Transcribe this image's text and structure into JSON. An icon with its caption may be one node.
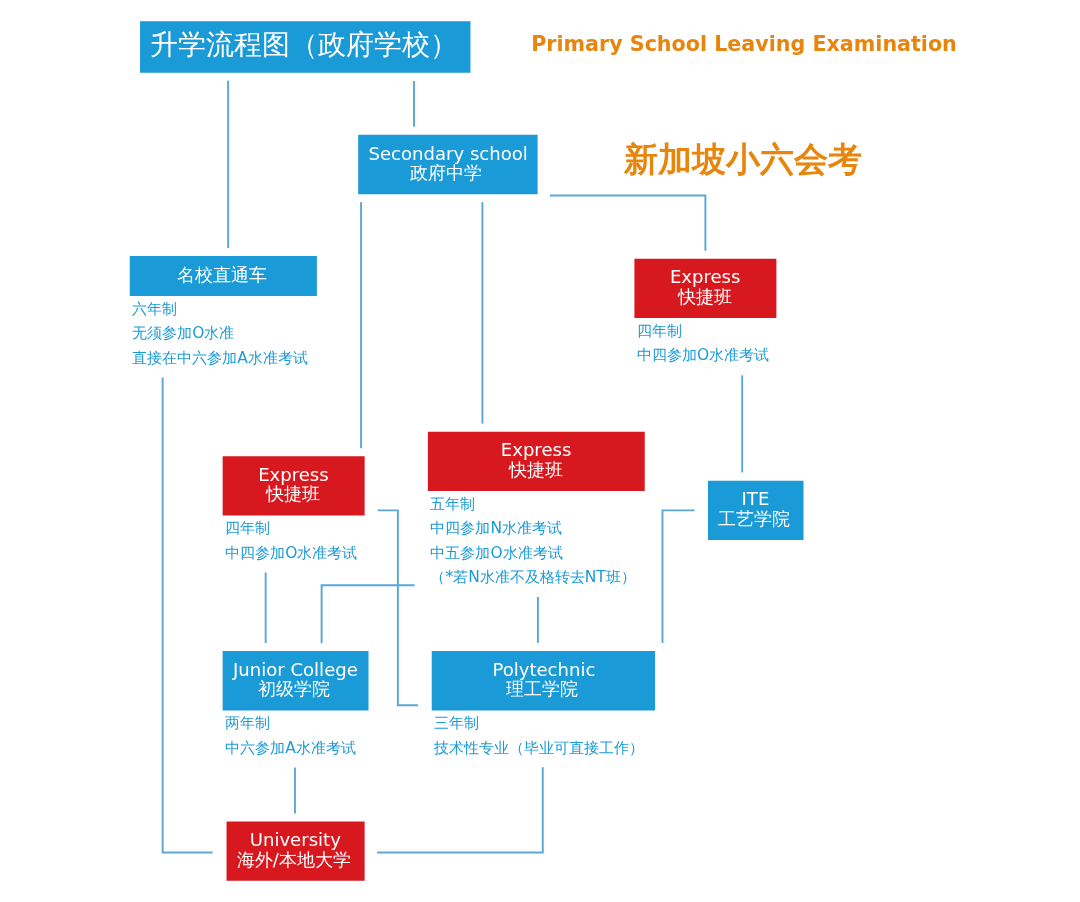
{
  "diagram": {
    "nodes": [
      {
        "text": [
          "升学流程图（政府学校）"
        ]
      },
      {
        "text": [
          "名校直通车"
        ],
        "beside": [
          "六年制",
          "无须参加O水准",
          "直接在中六参加A水准考试"
        ]
      },
      {
        "text": [
          "Secondary school",
          "政府中学"
        ]
      },
      {
        "text": [
          "Express",
          "快捷班"
        ],
        "beside": [
          "四年制",
          "中四参加O水准考试"
        ]
      },
      {
        "text": [
          "Express",
          "快捷班"
        ],
        "beside": [
          "五年制",
          "中四参加N水准考试",
          "中五参加O水准考试",
          "（*若N水准不及格转去NT班）"
        ]
      },
      {
        "text": [
          "Express",
          "快捷班"
        ],
        "beside": [
          "四年制",
          "中四参加O水准考试"
        ]
      },
      {
        "text": [
          "ITE",
          "工艺学院"
        ]
      },
      {
        "text": [
          "Junior College",
          "初级学院"
        ],
        "beside": [
          "两年制",
          "中六参加A水准考试"
        ]
      },
      {
        "text": [
          "Polytechnic",
          "理工学院"
        ],
        "beside": [
          "三年制",
          "技术性专业（毕业可直接工作）"
        ]
      },
      {
        "text": [
          "University",
          "海外/本地大学"
        ]
      }
    ],
    "edges": [
      {
        "from": 0,
        "to": 1,
        "arrow": "none"
      },
      {
        "from": 0,
        "to": 2,
        "arrow": "none"
      },
      {
        "from": 2,
        "to": 3,
        "arrow": "none"
      },
      {
        "from": 2,
        "to": 4,
        "arrow": "none"
      },
      {
        "from": 2,
        "to": 5,
        "arrow": "none"
      },
      {
        "from": 3,
        "to": 7,
        "arrow": "none"
      },
      {
        "from": 3,
        "to": 8,
        "arrow": "none"
      },
      {
        "from": 4,
        "to": 7,
        "arrow": "none"
      },
      {
        "from": 4,
        "to": 8,
        "arrow": "none"
      },
      {
        "from": 5,
        "to": 6,
        "arrow": "none"
      },
      {
        "from": 6,
        "to": 8,
        "arrow": "none"
      },
      {
        "from": 1,
        "to": 9,
        "arrow": "none"
      },
      {
        "from": 7,
        "to": 9,
        "arrow": "none"
      },
      {
        "from": 8,
        "to": 9,
        "arrow": "none"
      }
    ],
    "labels": [
      "Primary School Leaving Examination",
      "新加坡小六会考"
    ]
  }
}
